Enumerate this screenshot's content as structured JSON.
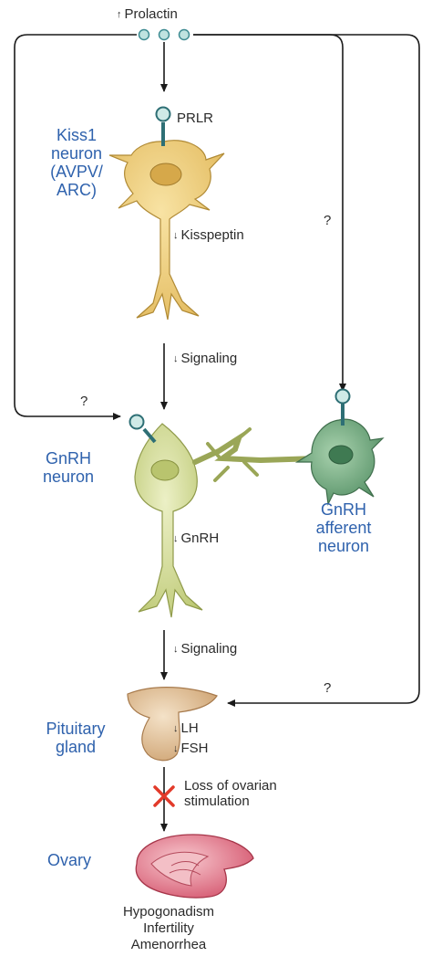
{
  "hormone": {
    "label": "Prolactin"
  },
  "receptor": {
    "label": "PRLR"
  },
  "kiss1": {
    "line1": "Kiss1",
    "line2": "neuron",
    "line3": "(AVPV/",
    "line4": "ARC)"
  },
  "kisspeptin": {
    "label": "Kisspeptin"
  },
  "signaling1": {
    "label": "Signaling"
  },
  "gnrh_neuron": {
    "line1": "GnRH",
    "line2": "neuron"
  },
  "gnrh_hormone": {
    "label": "GnRH"
  },
  "afferent": {
    "line1": "GnRH",
    "line2": "afferent",
    "line3": "neuron"
  },
  "signaling2": {
    "label": "Signaling"
  },
  "pituitary": {
    "line1": "Pituitary",
    "line2": "gland"
  },
  "lh": {
    "label": "LH"
  },
  "fsh": {
    "label": "FSH"
  },
  "loss": {
    "line1": "Loss of ovarian",
    "line2": "stimulation"
  },
  "ovary": {
    "label": "Ovary"
  },
  "outcomes": [
    "Hypogonadism",
    "Infertility",
    "Amenorrhea"
  ],
  "question_marks": [
    "?",
    "?",
    "?"
  ],
  "colors": {
    "label_blue": "#2f62ad",
    "kiss1_cell": "#e9c46a",
    "gnrh_cell": "#c9d487",
    "afferent_cell": "#5e9a6f",
    "receptor": "#3f8c93",
    "pituitary": "#d9b48a",
    "ovary": "#d9536c",
    "cross": "#e23a2a"
  }
}
